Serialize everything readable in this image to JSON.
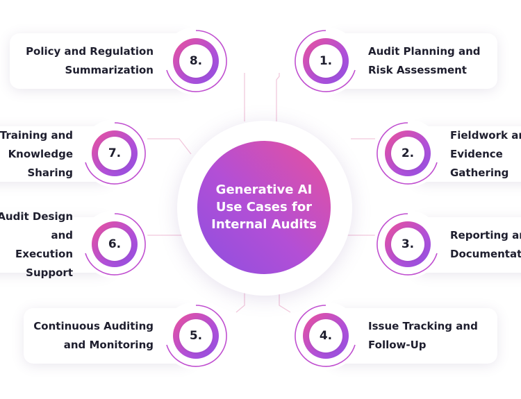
{
  "center": {
    "title": "Generative AI\nUse Cases for\nInternal Audits"
  },
  "items": [
    {
      "number": "1.",
      "label": "Audit Planning and\nRisk Assessment"
    },
    {
      "number": "2.",
      "label": "Fieldwork and\nEvidence Gathering"
    },
    {
      "number": "3.",
      "label": "Reporting and\nDocumentation"
    },
    {
      "number": "4.",
      "label": "Issue Tracking and\nFollow-Up"
    },
    {
      "number": "5.",
      "label": "Continuous Auditing\nand Monitoring"
    },
    {
      "number": "6.",
      "label": "Audit Design and\nExecution Support"
    },
    {
      "number": "7.",
      "label": "Training and\nKnowledge Sharing"
    },
    {
      "number": "8.",
      "label": "Policy and Regulation\nSummarization"
    }
  ],
  "colors": {
    "pink": "#ea519b",
    "purple": "#8f4fe0",
    "connector": "#f2c8dc"
  }
}
